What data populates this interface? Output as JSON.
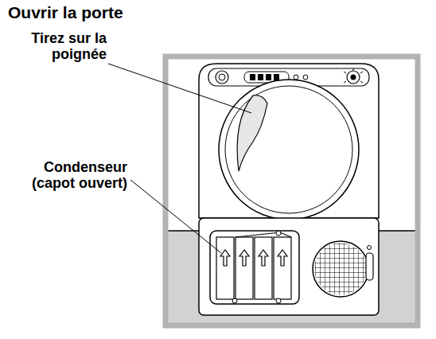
{
  "diagram": {
    "title": "Ouvrir la porte",
    "labels": [
      "Tirez sur la poignée",
      "Condenseur (capot ouvert)"
    ]
  }
}
